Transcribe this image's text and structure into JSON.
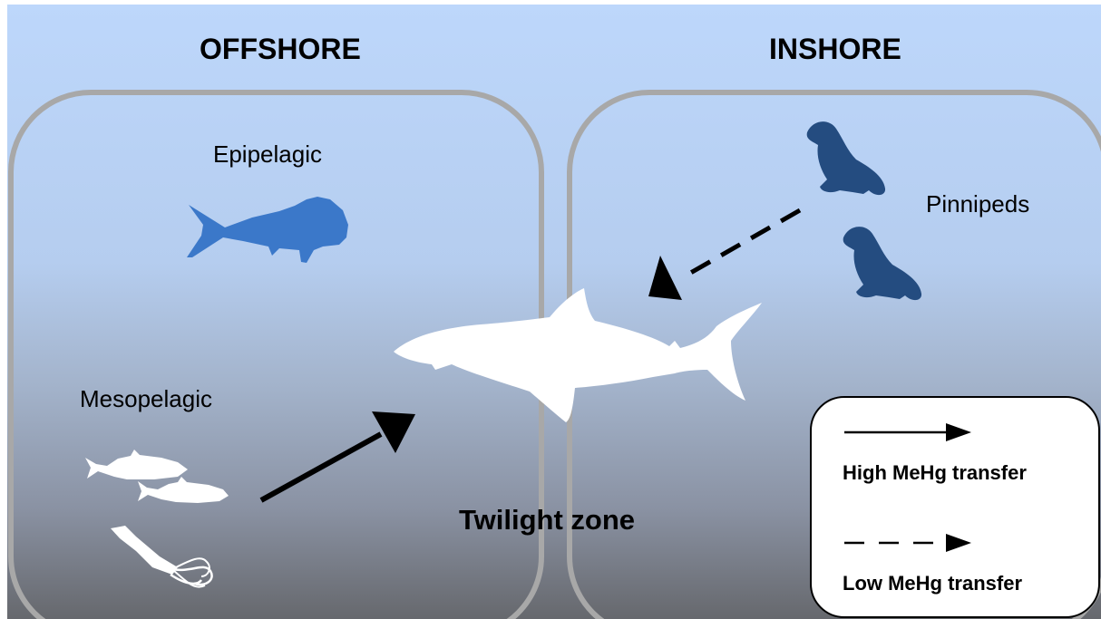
{
  "headers": {
    "offshore": "OFFSHORE",
    "inshore": "INSHORE"
  },
  "zones": {
    "epipelagic": "Epipelagic",
    "mesopelagic": "Mesopelagic",
    "pinnipeds": "Pinnipeds",
    "twilight": "Twilight zone"
  },
  "legend": {
    "high": "High MeHg transfer",
    "low": "Low MeHg transfer"
  },
  "colors": {
    "sky_top": "#bcd6f9",
    "water_bottom": "#6a6b70",
    "frame": "#a8a8a8",
    "dorado": "#3b78c9",
    "seal": "#244c80",
    "shark": "#ffffff",
    "arrow": "#000000"
  },
  "icons": [
    "dorado-fish-icon",
    "mesopelagic-fish-icon",
    "squid-icon",
    "seal-icon",
    "shark-icon"
  ]
}
